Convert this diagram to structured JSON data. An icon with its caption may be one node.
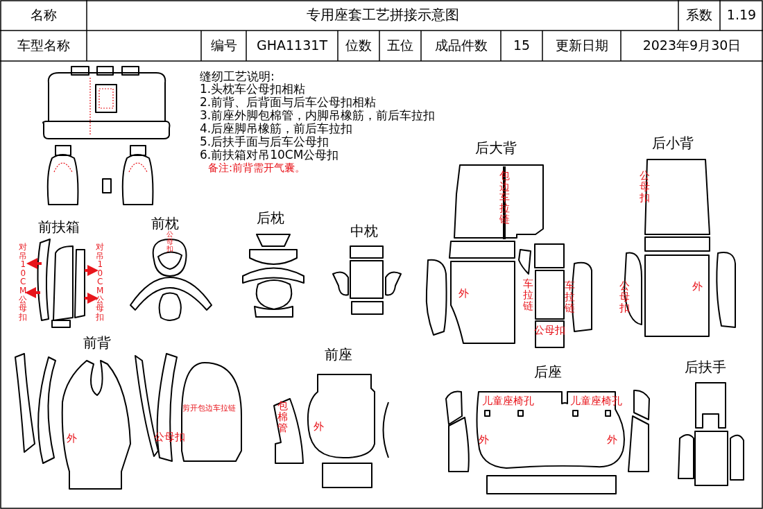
{
  "diagram": {
    "title": "专用座套工艺拼接示意图",
    "labels": [
      "名称",
      "系数",
      "1.19",
      "车型名称",
      "编号",
      "GHA1131T",
      "位数",
      "五位",
      "成品件数",
      "15",
      "更新日期",
      "2023年9月30日",
      "缝纫工艺说明:",
      "1.头枕车公母扣相粘",
      "2.前背、后背面与后车公母扣相粘",
      "3.前座外脚包棉管，内脚吊橡筋，前后车拉扣",
      "4.后座脚吊橡筋，前后车拉扣",
      "5.后扶手面与后车公母扣",
      "6.前扶箱对吊10CM公母扣",
      "备注:前背需开气囊。",
      "后大背",
      "后小背",
      "包边车拉链",
      "公母扣",
      "前扶箱",
      "前枕",
      "公母扣",
      "后枕",
      "中枕",
      "对吊10CM公母扣",
      "对吊10CM公母扣",
      "外",
      "车拉链",
      "车拉链",
      "公母扣",
      "外",
      "公母扣",
      "前背",
      "前座",
      "后座",
      "后扶手",
      "儿童座椅孔",
      "儿童座椅孔",
      "剪开包边车拉链",
      "包棉管",
      "外",
      "外",
      "公母扣",
      "外",
      "外"
    ]
  }
}
